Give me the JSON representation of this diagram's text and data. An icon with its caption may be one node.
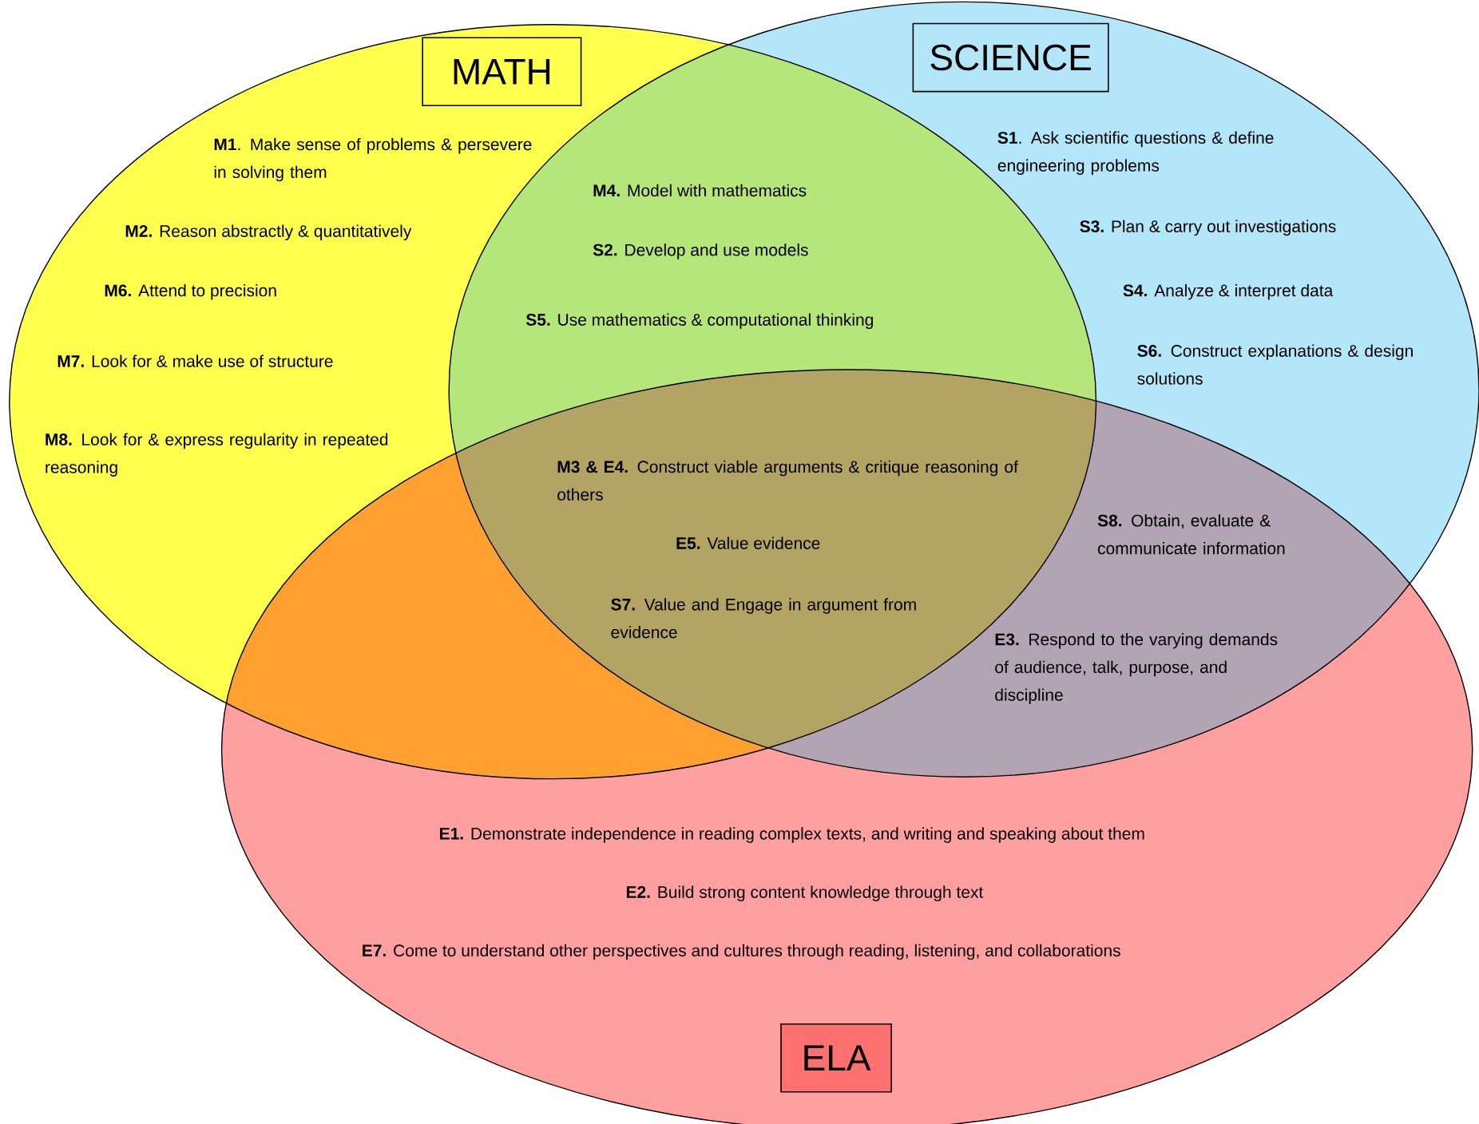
{
  "diagram": {
    "nodes": [
      {
        "text": [
          "MATH"
        ]
      },
      {
        "text": [
          "SCIENCE"
        ]
      },
      {
        "text": [
          "ELA"
        ]
      }
    ],
    "labels": [
      "**M1**. Make sense of problems & persevere in solving them",
      "**M2.** Reason abstractly & quantitatively",
      "**M6.** Attend to precision",
      "**M7.** Look for & make use of structure",
      "**M8.** Look for & express regularity in repeated reasoning",
      "**M4.** Model with mathematics",
      "**S2.** Develop and use models",
      "**S5.** Use mathematics & computational thinking",
      "**S1**. Ask scientific questions & define engineering problems",
      "**S3.** Plan & carry out investigations",
      "**S4.** Analyze & interpret data",
      "**S6.** Construct explanations & design solutions",
      "**M3 & E4.**  Construct viable arguments & critique reasoning of others",
      "**E5.** Value evidence",
      "**S7.** Value and Engage in argument from evidence",
      "**S8.** Obtain, evaluate & communicate information",
      "**E3.** Respond to the varying demands of audience, talk, purpose, and discipline",
      "**E1.** Demonstrate independence in reading complex texts, and writing and speaking about them",
      "**E2.** Build strong content knowledge through text",
      "**E7.** Come to understand other perspectives and cultures through reading, listening, and collaborations"
    ]
  }
}
